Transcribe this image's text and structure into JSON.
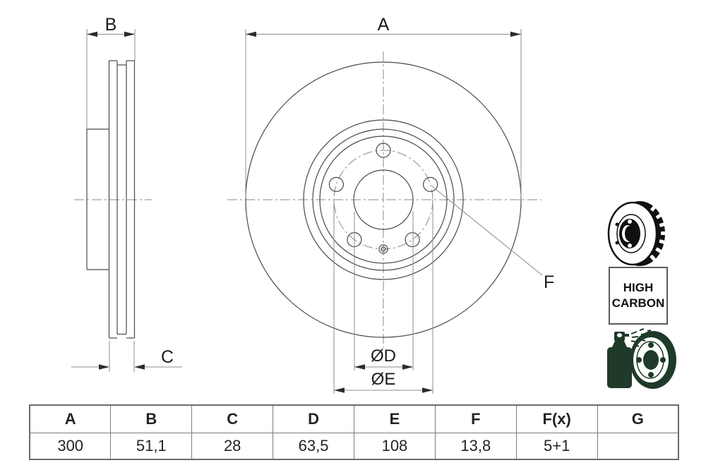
{
  "drawing": {
    "dim_labels": {
      "a": "A",
      "b": "B",
      "c": "C",
      "f": "F",
      "d": "ØD",
      "e": "ØE"
    }
  },
  "icons": {
    "high_carbon_label": "HIGH CARBON",
    "vented_disc_icon": "ventilated-brake-disc",
    "coated_disc_icon": "spray-can-coated-disc"
  },
  "spec_table": {
    "headers": [
      "A",
      "B",
      "C",
      "D",
      "E",
      "F",
      "F(x)",
      "G"
    ],
    "values": [
      "300",
      "51,1",
      "28",
      "63,5",
      "108",
      "13,8",
      "5+1",
      ""
    ]
  }
}
